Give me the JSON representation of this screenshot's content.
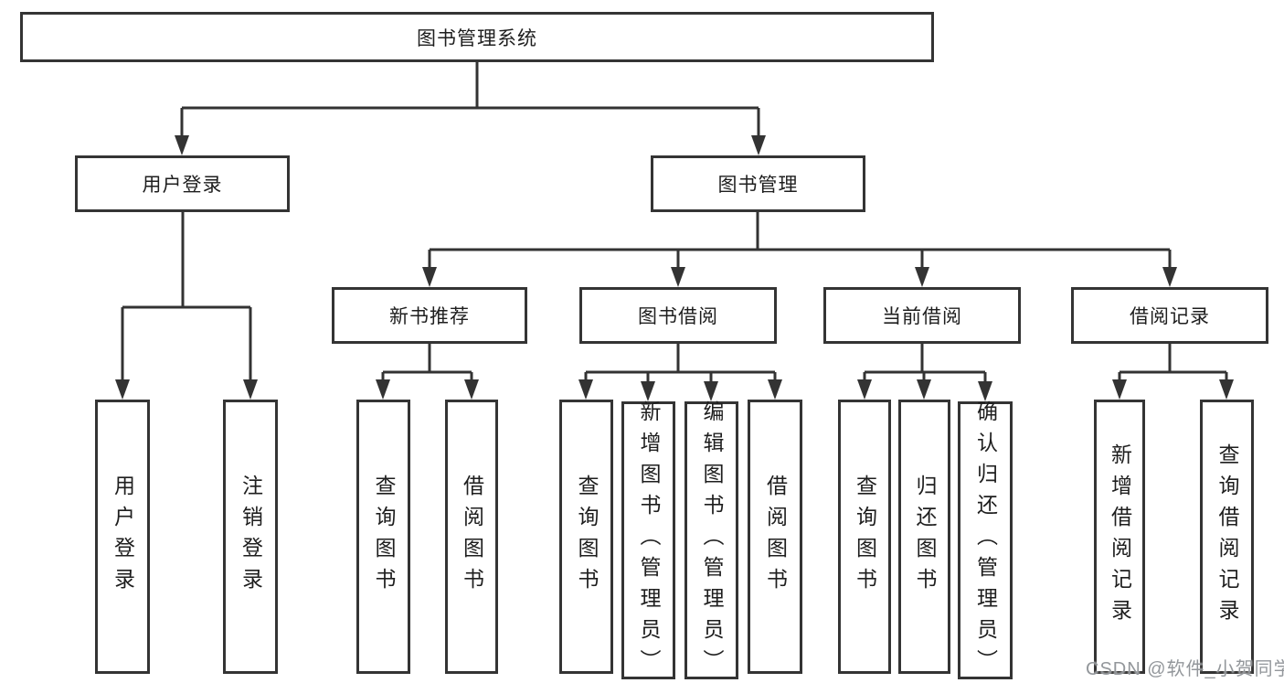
{
  "tree": {
    "label": "图书管理系统",
    "children": [
      {
        "label": "用户登录",
        "children": [
          {
            "label": "用户登录"
          },
          {
            "label": "注销登录"
          }
        ]
      },
      {
        "label": "图书管理",
        "children": [
          {
            "label": "新书推荐",
            "children": [
              {
                "label": "查询图书"
              },
              {
                "label": "借阅图书"
              }
            ]
          },
          {
            "label": "图书借阅",
            "children": [
              {
                "label": "查询图书"
              },
              {
                "label": "新增图书（管理员）"
              },
              {
                "label": "编辑图书（管理员）"
              },
              {
                "label": "借阅图书"
              }
            ]
          },
          {
            "label": "当前借阅",
            "children": [
              {
                "label": "查询图书"
              },
              {
                "label": "归还图书"
              },
              {
                "label": "确认归还（管理员）"
              }
            ]
          },
          {
            "label": "借阅记录",
            "children": [
              {
                "label": "新增借阅记录"
              },
              {
                "label": "查询借阅记录"
              }
            ]
          }
        ]
      }
    ]
  },
  "watermark": {
    "text": "CSDN @软件_小贺同学"
  },
  "colors": {
    "line": "#333333",
    "text": "#1e1e1e",
    "watermark": "#8d9196",
    "background": "#ffffff"
  }
}
